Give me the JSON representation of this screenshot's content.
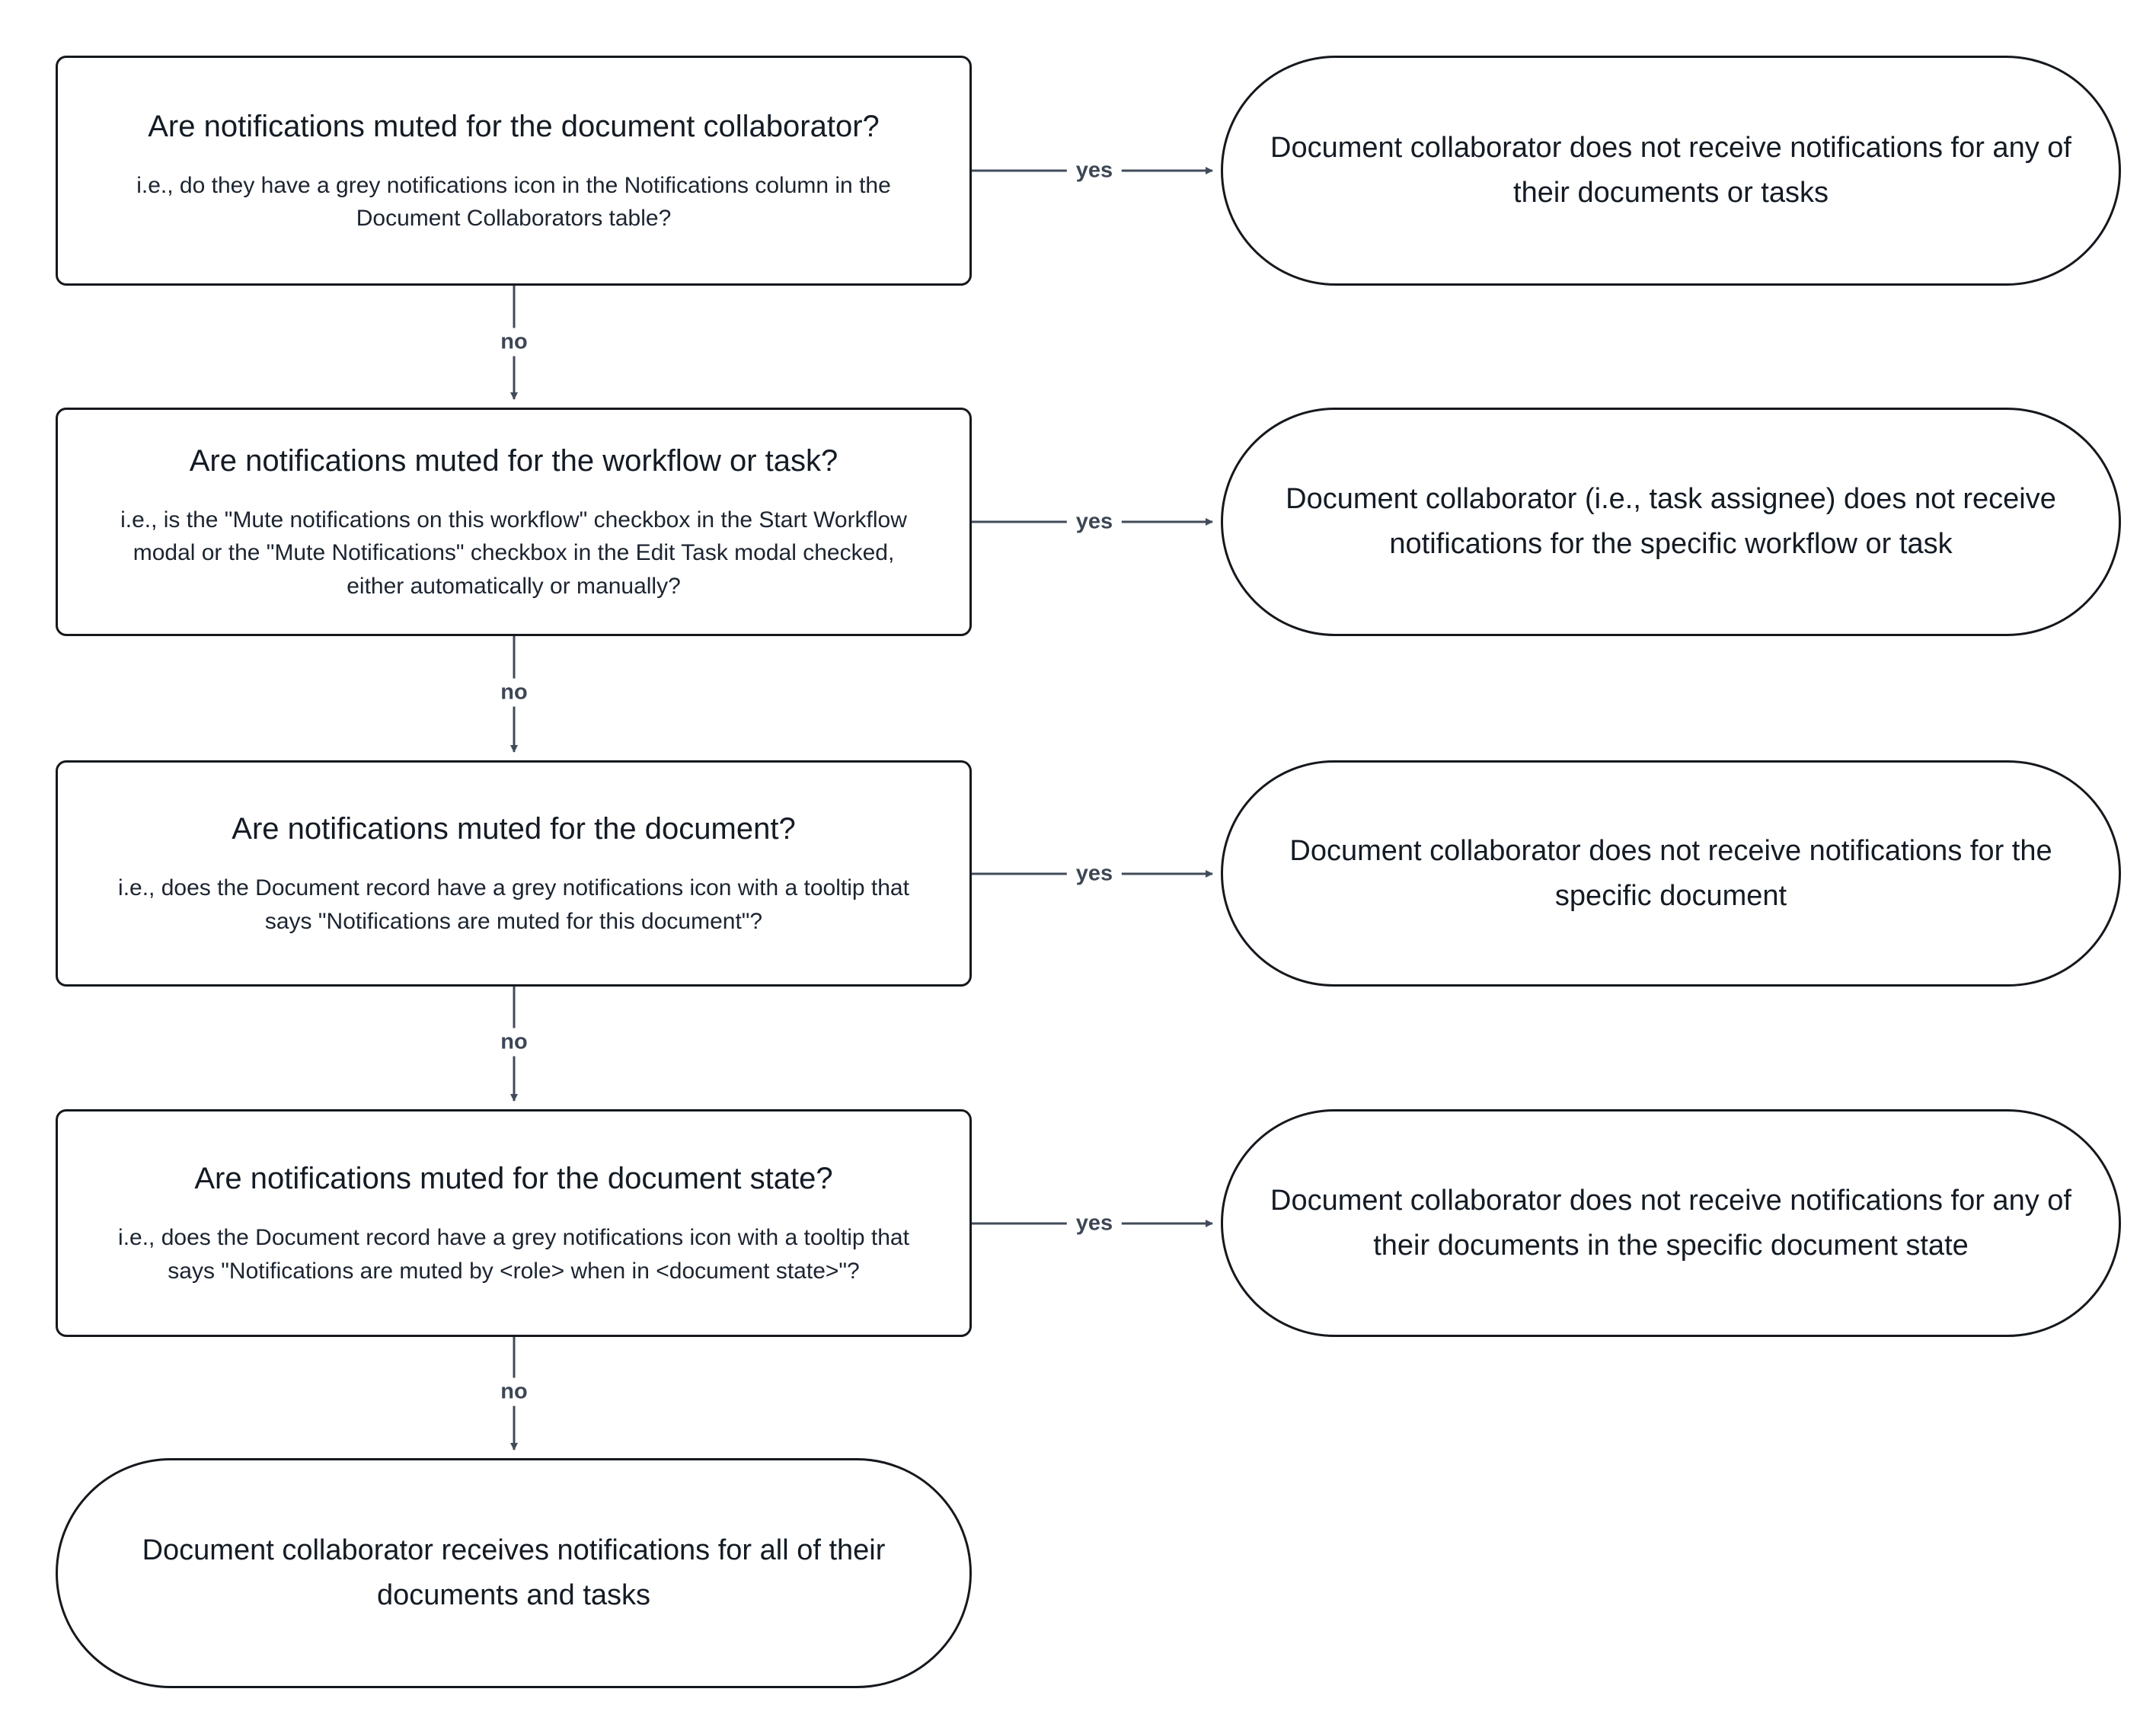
{
  "diagram": {
    "decisions": [
      {
        "title": "Are notifications muted for the document collaborator?",
        "subtitle": "i.e., do they have a grey notifications icon in the Notifications column in the Document Collaborators table?",
        "yes_label": "yes",
        "no_label": "no",
        "outcome": "Document collaborator does not receive notifications for any of their documents or tasks"
      },
      {
        "title": "Are notifications muted for the workflow or task?",
        "subtitle": "i.e., is the \"Mute notifications on this workflow\" checkbox in the Start Workflow modal or the \"Mute Notifications\" checkbox in the Edit Task modal checked, either automatically or manually?",
        "yes_label": "yes",
        "no_label": "no",
        "outcome": "Document collaborator (i.e., task assignee) does not receive notifications for the specific workflow or task"
      },
      {
        "title": "Are notifications muted for the document?",
        "subtitle": "i.e., does the Document record have a grey notifications icon with a tooltip that says \"Notifications are muted for this document\"?",
        "yes_label": "yes",
        "no_label": "no",
        "outcome": "Document collaborator does not receive notifications for the specific document"
      },
      {
        "title": "Are notifications muted for the document state?",
        "subtitle": "i.e., does the Document record have a grey notifications icon with a tooltip that says \"Notifications are muted by <role> when in <document state>\"?",
        "yes_label": "yes",
        "no_label": "no",
        "outcome": "Document collaborator does not receive notifications for any of their documents in the specific document state"
      }
    ],
    "final_outcome": "Document collaborator receives notifications for all of their documents and tasks"
  }
}
